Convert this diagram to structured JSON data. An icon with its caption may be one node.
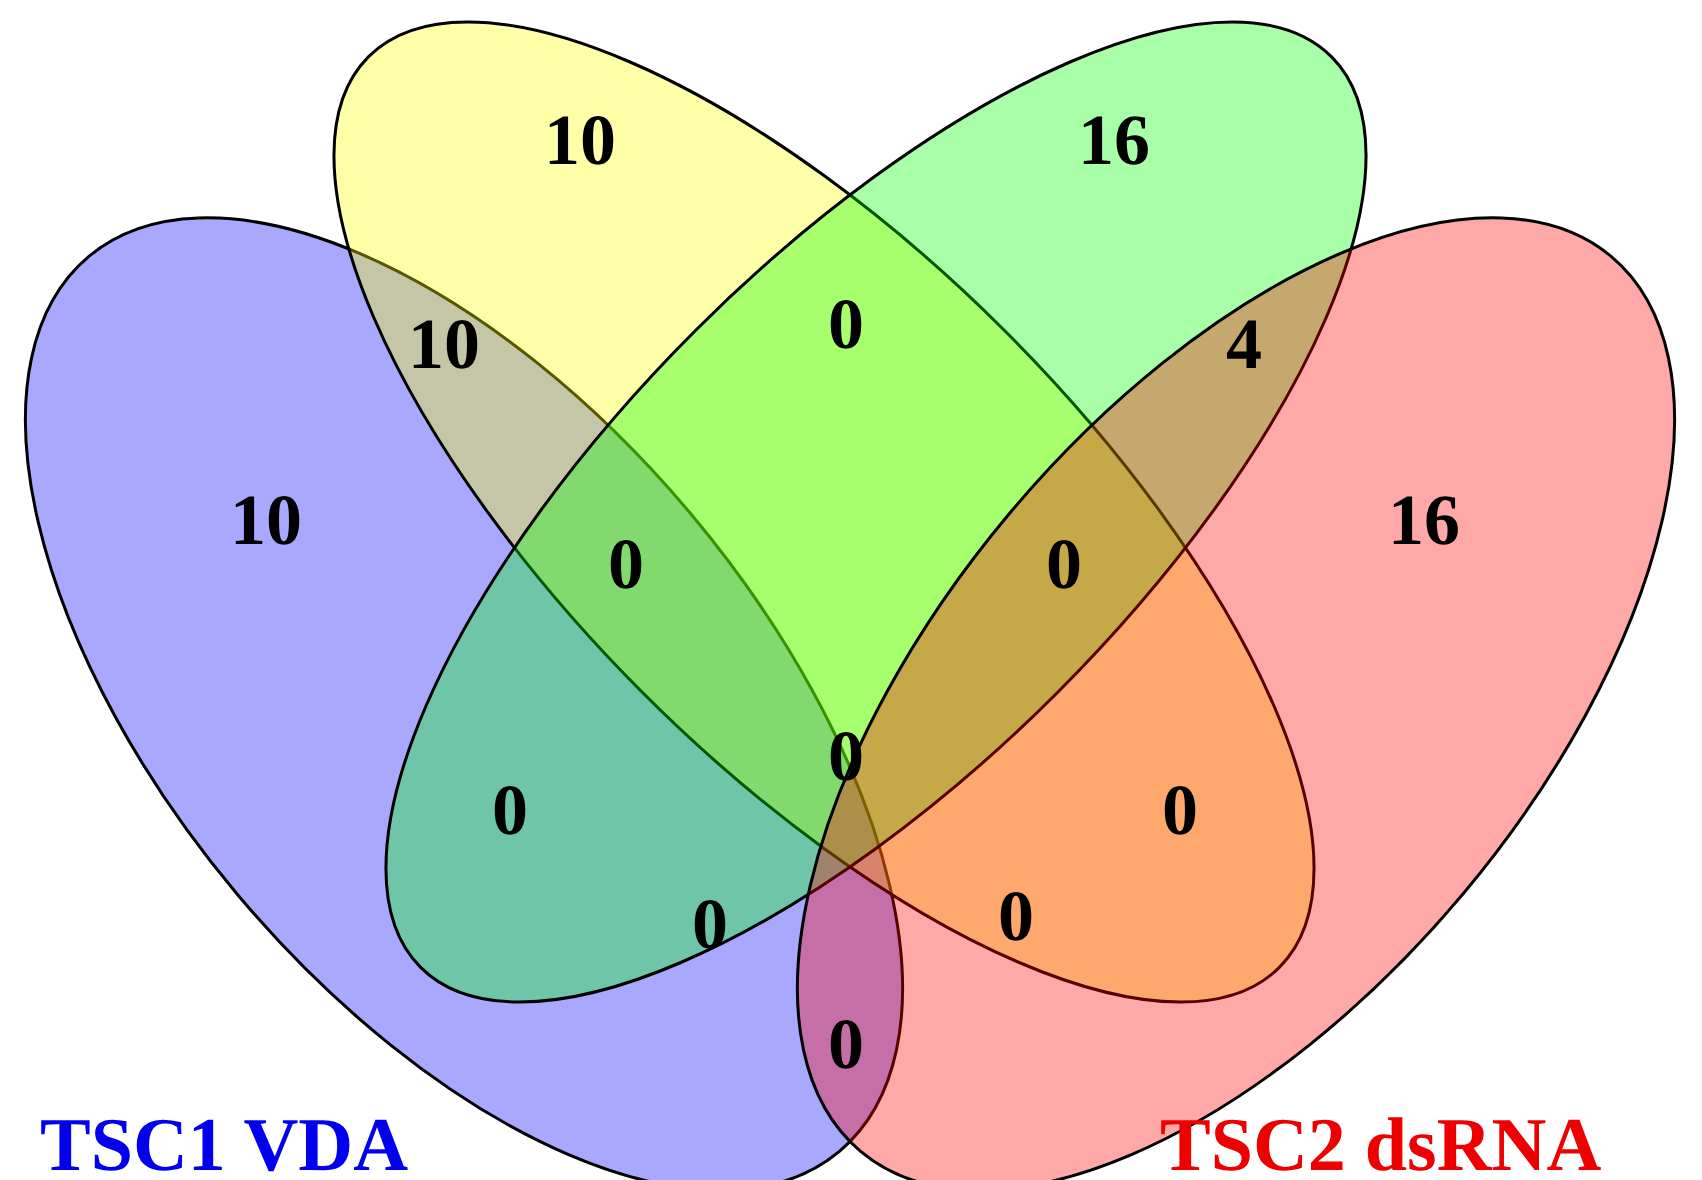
{
  "diagram": {
    "nodes": [
      {
        "text": [],
        "shape": "ellipse",
        "beside": [
          "TSC1 VDA"
        ]
      },
      {
        "text": [],
        "shape": "ellipse"
      },
      {
        "text": [],
        "shape": "ellipse"
      },
      {
        "text": [],
        "shape": "ellipse",
        "beside": [
          "TSC2 dsRNA"
        ]
      }
    ],
    "edges": [],
    "labels": [
      "10",
      "16",
      "0",
      "10",
      "4",
      "10",
      "16",
      "0",
      "0",
      "0",
      "0",
      "0",
      "0",
      "0",
      "0"
    ]
  }
}
